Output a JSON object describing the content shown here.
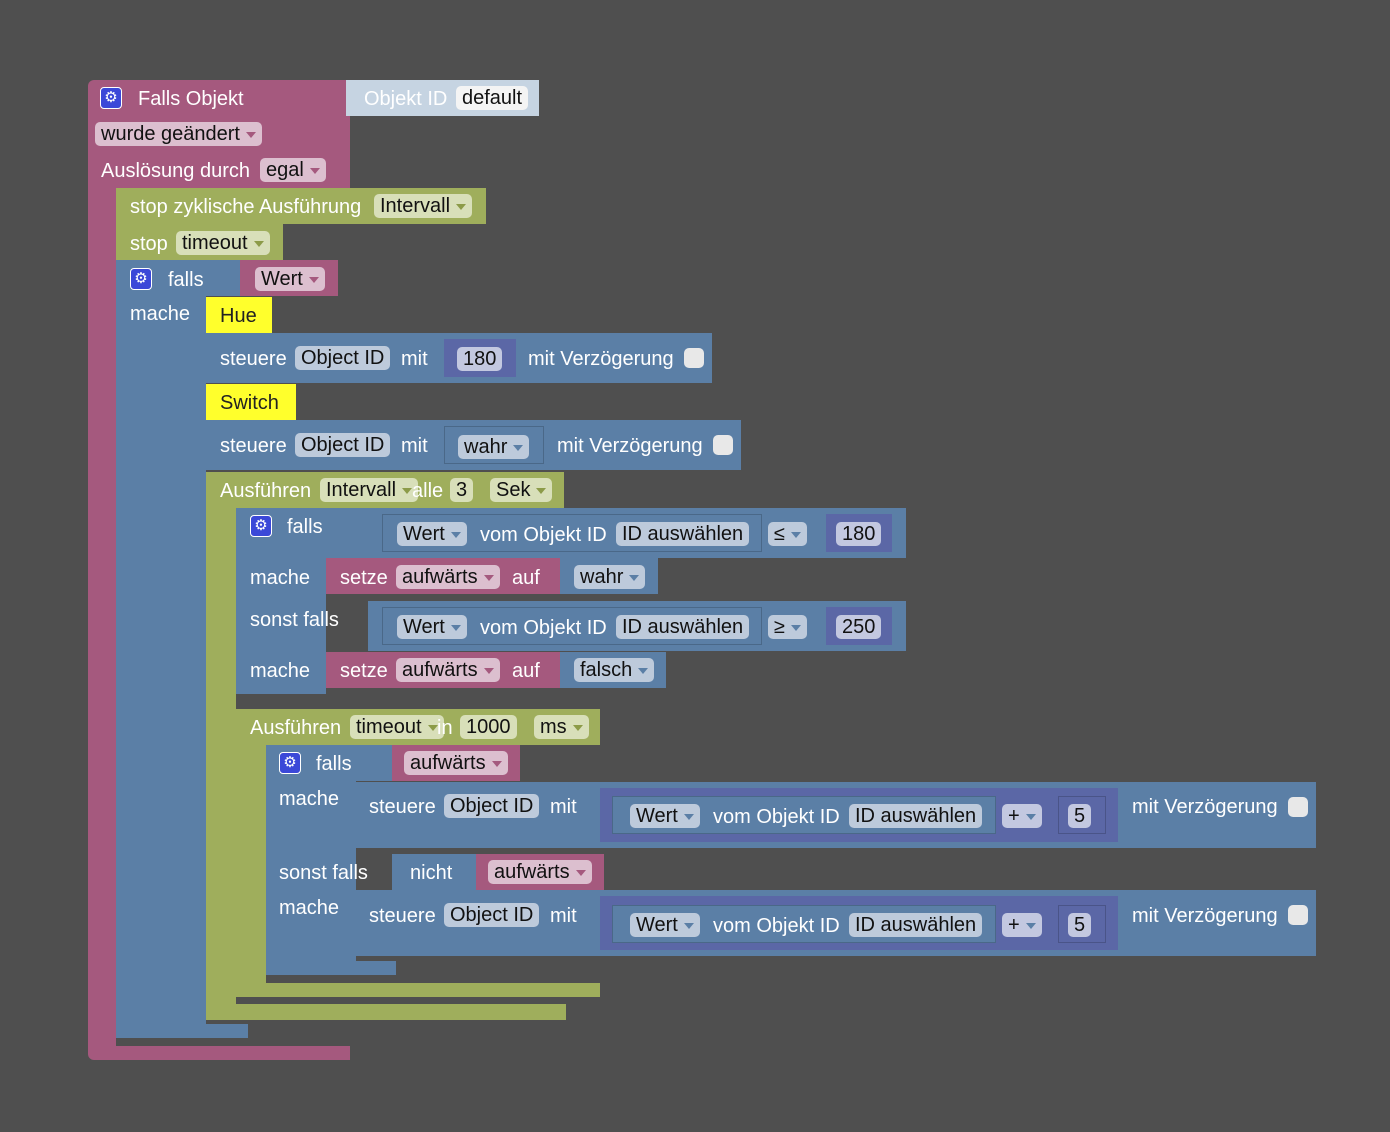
{
  "main": {
    "trigger_title": "Falls Objekt",
    "objekt_id_label": "Objekt ID",
    "objekt_id_value": "default",
    "changed_option": "wurde geändert",
    "trigger_by_label": "Auslösung durch",
    "trigger_by_value": "egal",
    "stop_cyclic_label": "stop zyklische Ausführung",
    "stop_cyclic_value": "Intervall",
    "stop_label": "stop",
    "stop_value": "timeout",
    "if1_label": "falls",
    "if1_value": "Wert",
    "do_label": "mache",
    "comment1": "Hue",
    "control_label": "steuere",
    "object_id_label": "Object ID",
    "with_label": "mit",
    "control1_value": "180",
    "delay_label": "mit Verzögerung",
    "comment2": "Switch",
    "control2_value": "wahr",
    "interval_label": "Ausführen",
    "interval_value": "Intervall",
    "every_label": "alle",
    "every_value": "3",
    "unit_sek": "Sek",
    "if2_label": "falls",
    "wert_label": "Wert",
    "from_object_label": "vom Objekt ID",
    "select_id_label": "ID auswählen",
    "op_le": "≤",
    "num_180": "180",
    "set_label": "setze",
    "var_aufwaerts": "aufwärts",
    "to_label": "auf",
    "val_true": "wahr",
    "elseif_label": "sonst falls",
    "op_ge": "≥",
    "num_250": "250",
    "val_false": "falsch",
    "timeout_exec_label": "Ausführen",
    "timeout_value": "timeout",
    "in_label": "in",
    "timeout_ms": "1000",
    "unit_ms": "ms",
    "if3_label": "falls",
    "not_label": "nicht",
    "op_plus": "+",
    "num_5": "5"
  },
  "colors": {
    "background": "#4f4f4f",
    "event_block": "#a5597e",
    "timer_block": "#9fae5c",
    "logic_block": "#5b7fa6",
    "math_block": "#5b67a6",
    "comment_block": "#ffff2c"
  }
}
